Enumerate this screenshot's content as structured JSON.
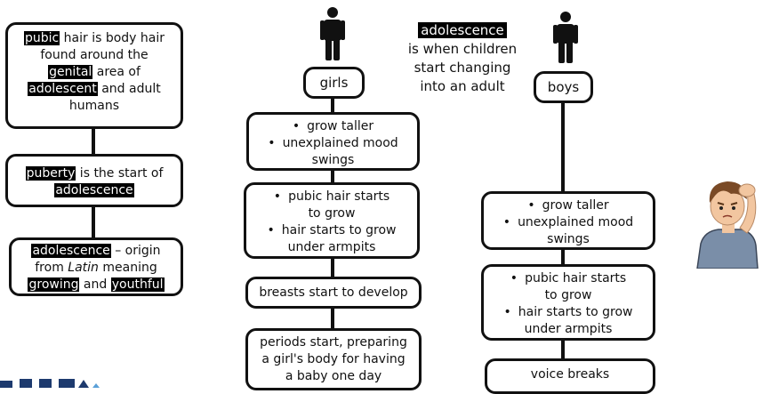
{
  "left": {
    "box1": {
      "hl1": "pubic",
      "t1": " hair is body hair",
      "t2": "found around the",
      "hl2": "genital",
      "t3": " area of",
      "hl3": "adolescent",
      "t4": " and adult",
      "t5": "humans"
    },
    "box2": {
      "hl1": "puberty",
      "t1": " is the start of",
      "hl2": "adolescence"
    },
    "box3": {
      "hl1": "adolescence",
      "t1": " – origin",
      "t2": "from ",
      "italic": "Latin",
      "t3": " meaning",
      "hl2": "growing",
      "t4": " and ",
      "hl3": "youthful"
    }
  },
  "definition": {
    "term": "adolescence",
    "lines": [
      "is when  children",
      "start changing",
      "into an adult"
    ]
  },
  "girls": {
    "label": "girls",
    "box1": [
      "grow taller",
      "unexplained mood swings"
    ],
    "box2": [
      "pubic hair starts to grow",
      "hair starts to grow under armpits"
    ],
    "box3": "breasts start to develop",
    "box4": [
      "periods start,  preparing",
      "a girl's body for having",
      "a baby one day"
    ]
  },
  "boys": {
    "label": "boys",
    "box1": [
      "grow taller",
      "unexplained mood swings"
    ],
    "box2": [
      "pubic hair starts to grow",
      "hair starts to grow under armpits"
    ],
    "box3": "voice breaks"
  },
  "icons": {
    "girl": "person-icon",
    "boy": "person-icon",
    "illustration": "boy-scratching-head-illustration",
    "logo": "partial-logo"
  },
  "colors": {
    "ink": "#111111",
    "highlight_bg": "#000000",
    "highlight_fg": "#ffffff"
  }
}
